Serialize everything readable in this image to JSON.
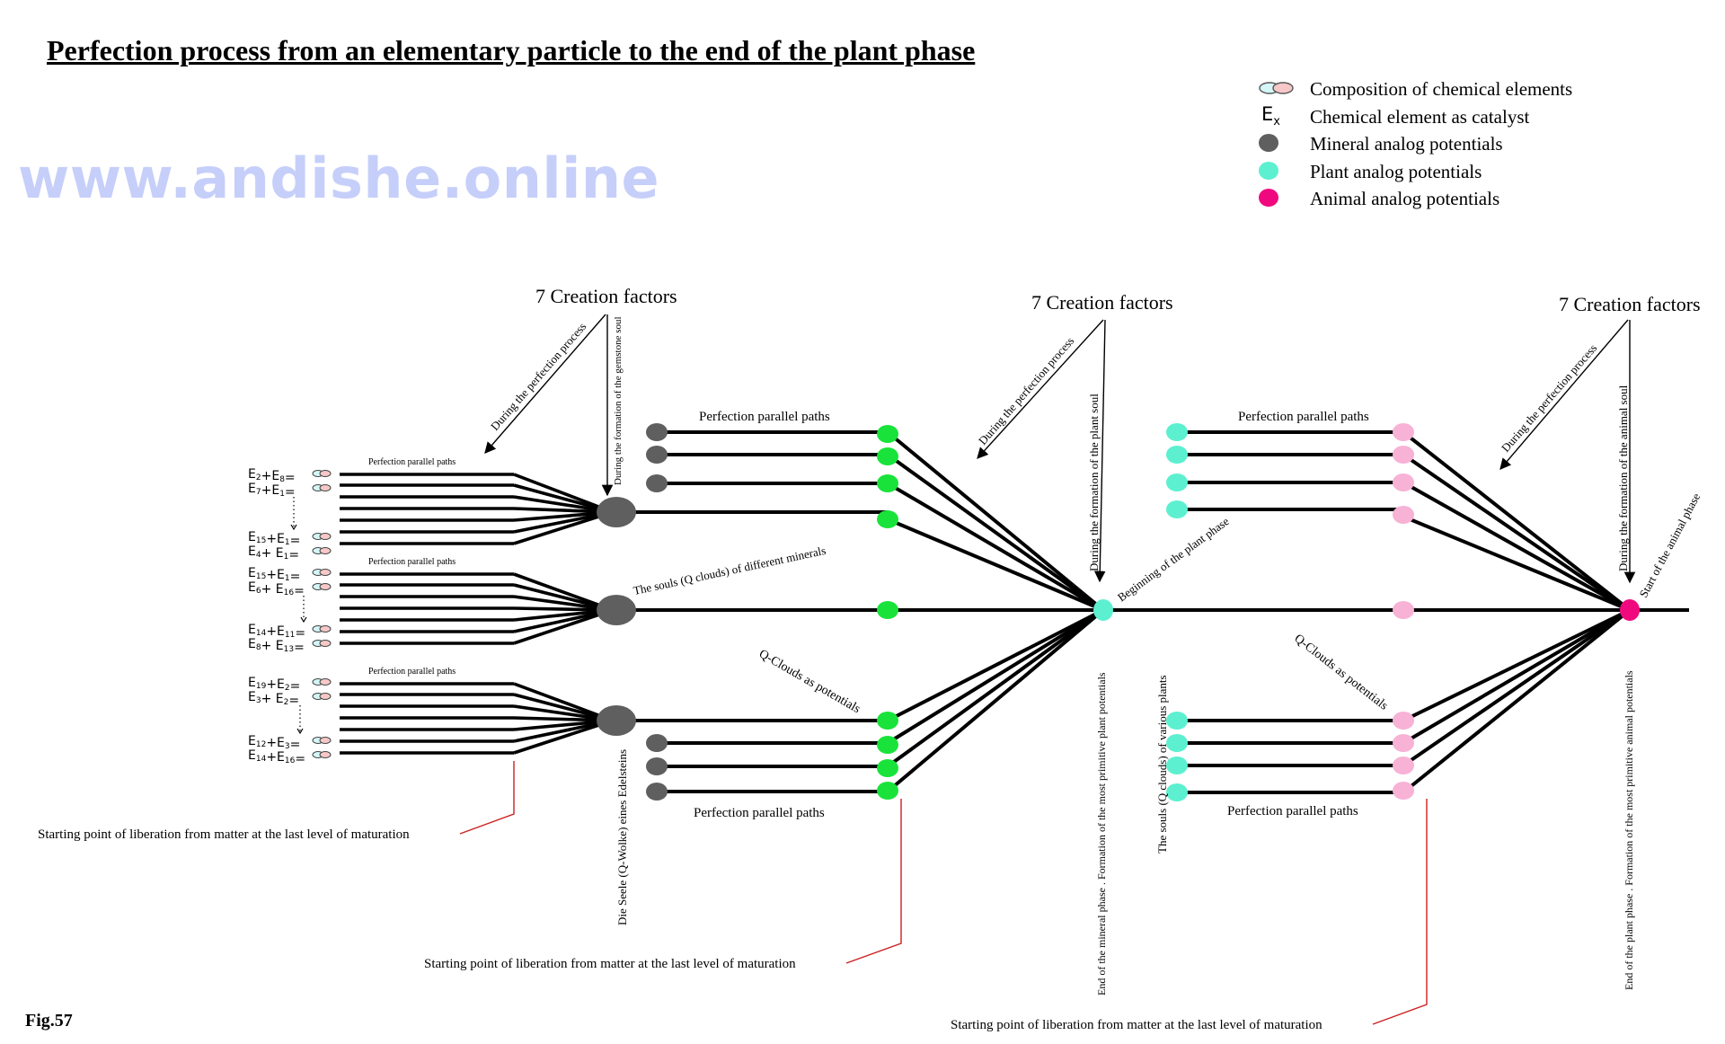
{
  "title": "Perfection process from an elementary particle to the end of the plant phase",
  "watermark": "www.andishe.online",
  "figure_label": "Fig.57",
  "colors": {
    "mineral": "#5f5f5f",
    "green": "#19e33a",
    "plant": "#5cf0d0",
    "plant_pink": "#f7b2d6",
    "animal": "#f0097e",
    "red_line": "#cc1f1f",
    "compose_cyan": "#d4f6f6",
    "compose_pink": "#f7c8c8"
  },
  "legend": [
    {
      "icon": "composition-icon",
      "label": "Composition of chemical elements"
    },
    {
      "icon": "catalyst-icon",
      "symbol": "E",
      "subscript": "x",
      "label": "Chemical element as catalyst"
    },
    {
      "icon": "mineral-dot-icon",
      "label": "Mineral analog potentials"
    },
    {
      "icon": "plant-dot-icon",
      "label": "Plant analog potentials"
    },
    {
      "icon": "animal-dot-icon",
      "label": "Animal analog potentials"
    }
  ],
  "creation_factors": [
    "7 Creation factors",
    "7 Creation factors",
    "7 Creation factors"
  ],
  "arrow_labels": {
    "perfection_process": "During the perfection process",
    "gemstone_soul": "During the formation of the gemstone soul",
    "plant_soul": "During the formation of the plant soul",
    "animal_soul": "During the formation of the animal soul"
  },
  "element_groups": [
    {
      "label": "Perfection parallel paths",
      "rows": [
        {
          "a": "E",
          "as": "2",
          "b": "E",
          "bs": "8",
          "op": "+"
        },
        {
          "a": "E",
          "as": "7",
          "b": "E",
          "bs": "1",
          "op": "+"
        },
        {
          "a": "E",
          "as": "15",
          "b": "E",
          "bs": "1",
          "op": "+"
        },
        {
          "a": "E",
          "as": "4",
          "b": "E",
          "bs": "1",
          "op": "+ "
        }
      ]
    },
    {
      "label": "Perfection parallel paths",
      "rows": [
        {
          "a": "E",
          "as": "15",
          "b": "E",
          "bs": "1",
          "op": "+"
        },
        {
          "a": "E",
          "as": "6",
          "b": "E",
          "bs": "16",
          "op": "+ "
        },
        {
          "a": "E",
          "as": "14",
          "b": "E",
          "bs": "11",
          "op": "+"
        },
        {
          "a": "E",
          "as": "8",
          "b": "E",
          "bs": "13",
          "op": "+ "
        }
      ]
    },
    {
      "label": "Perfection parallel paths",
      "rows": [
        {
          "a": "E",
          "as": "19",
          "b": "E",
          "bs": "2",
          "op": "+"
        },
        {
          "a": "E",
          "as": "3",
          "b": "E",
          "bs": "2",
          "op": "+ "
        },
        {
          "a": "E",
          "as": "12",
          "b": "E",
          "bs": "3",
          "op": "+"
        },
        {
          "a": "E",
          "as": "14",
          "b": "E",
          "bs": "16",
          "op": "+"
        }
      ]
    }
  ],
  "labels": {
    "parallel_paths": "Perfection parallel paths",
    "souls_minerals": "The souls (Q clouds) of different minerals",
    "q_clouds": "Q-Clouds as potentials",
    "gemstone_soul_vertical": "Die Seele (Q-Wolke) eines Edelsteins",
    "beginning_plant": "Beginning of the plant phase",
    "end_mineral": "End of the mineral phase . Formation of the most primitive plant potentials",
    "souls_plants": "The souls (Q clouds) of various plants",
    "start_animal": "Start of the animal phase",
    "end_plant": "End of the plant phase . Formation of the most primitive animal potentials",
    "liberation": "Starting point of liberation from matter at the last level of maturation"
  }
}
